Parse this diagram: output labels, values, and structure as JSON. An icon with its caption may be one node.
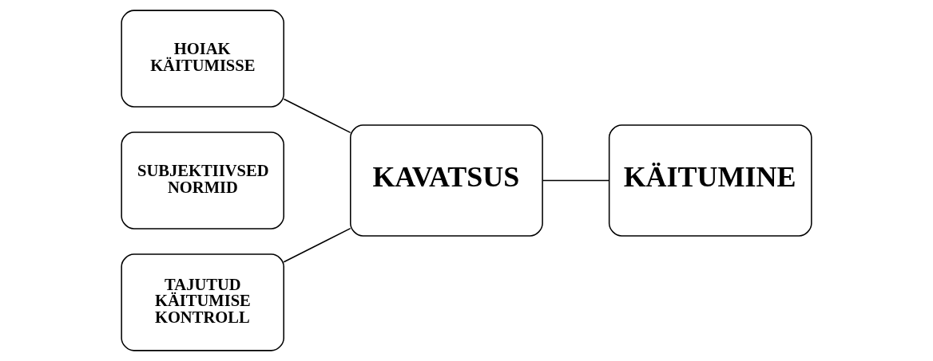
{
  "diagram": {
    "nodes": [
      {
        "text": [
          "HOIAK KÄITUMISSE"
        ]
      },
      {
        "text": [
          "SUBJEKTIIVSED NORMID"
        ]
      },
      {
        "text": [
          "TAJUTUD KÄITUMISE KONTROLL"
        ]
      },
      {
        "text": [
          "KAVATSUS"
        ]
      },
      {
        "text": [
          "KÄITUMINE"
        ]
      }
    ],
    "edges": [
      {
        "from": 0,
        "to": 3,
        "arrow": "none"
      },
      {
        "from": 2,
        "to": 3,
        "arrow": "none"
      },
      {
        "from": 3,
        "to": 4,
        "arrow": "none"
      }
    ]
  }
}
